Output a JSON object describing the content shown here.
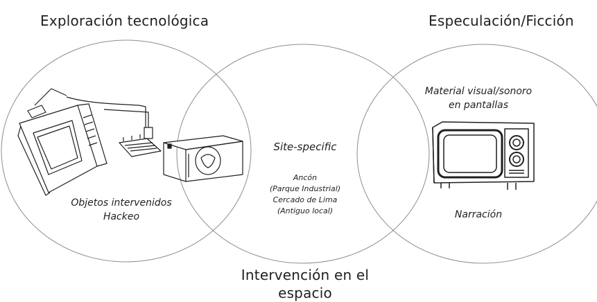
{
  "headings": {
    "left": "Exploración tecnológica",
    "right": "Especulación/Ficción",
    "bottom_line1": "Intervención en el",
    "bottom_line2": "espacio"
  },
  "left_circle": {
    "line1": "Objetos intervenidos",
    "line2": "Hackeo"
  },
  "center_circle": {
    "title": "Site-specific",
    "lines": [
      "Ancón",
      "(Parque Industrial)",
      "Cercado de Lima",
      "(Antiguo local)"
    ]
  },
  "right_circle": {
    "line1": "Material visual/sonoro",
    "line2": "en pantallas",
    "bottom": "Narración"
  },
  "colors": {
    "stroke": "#8c8c8c",
    "ink": "#1f1f1f"
  }
}
